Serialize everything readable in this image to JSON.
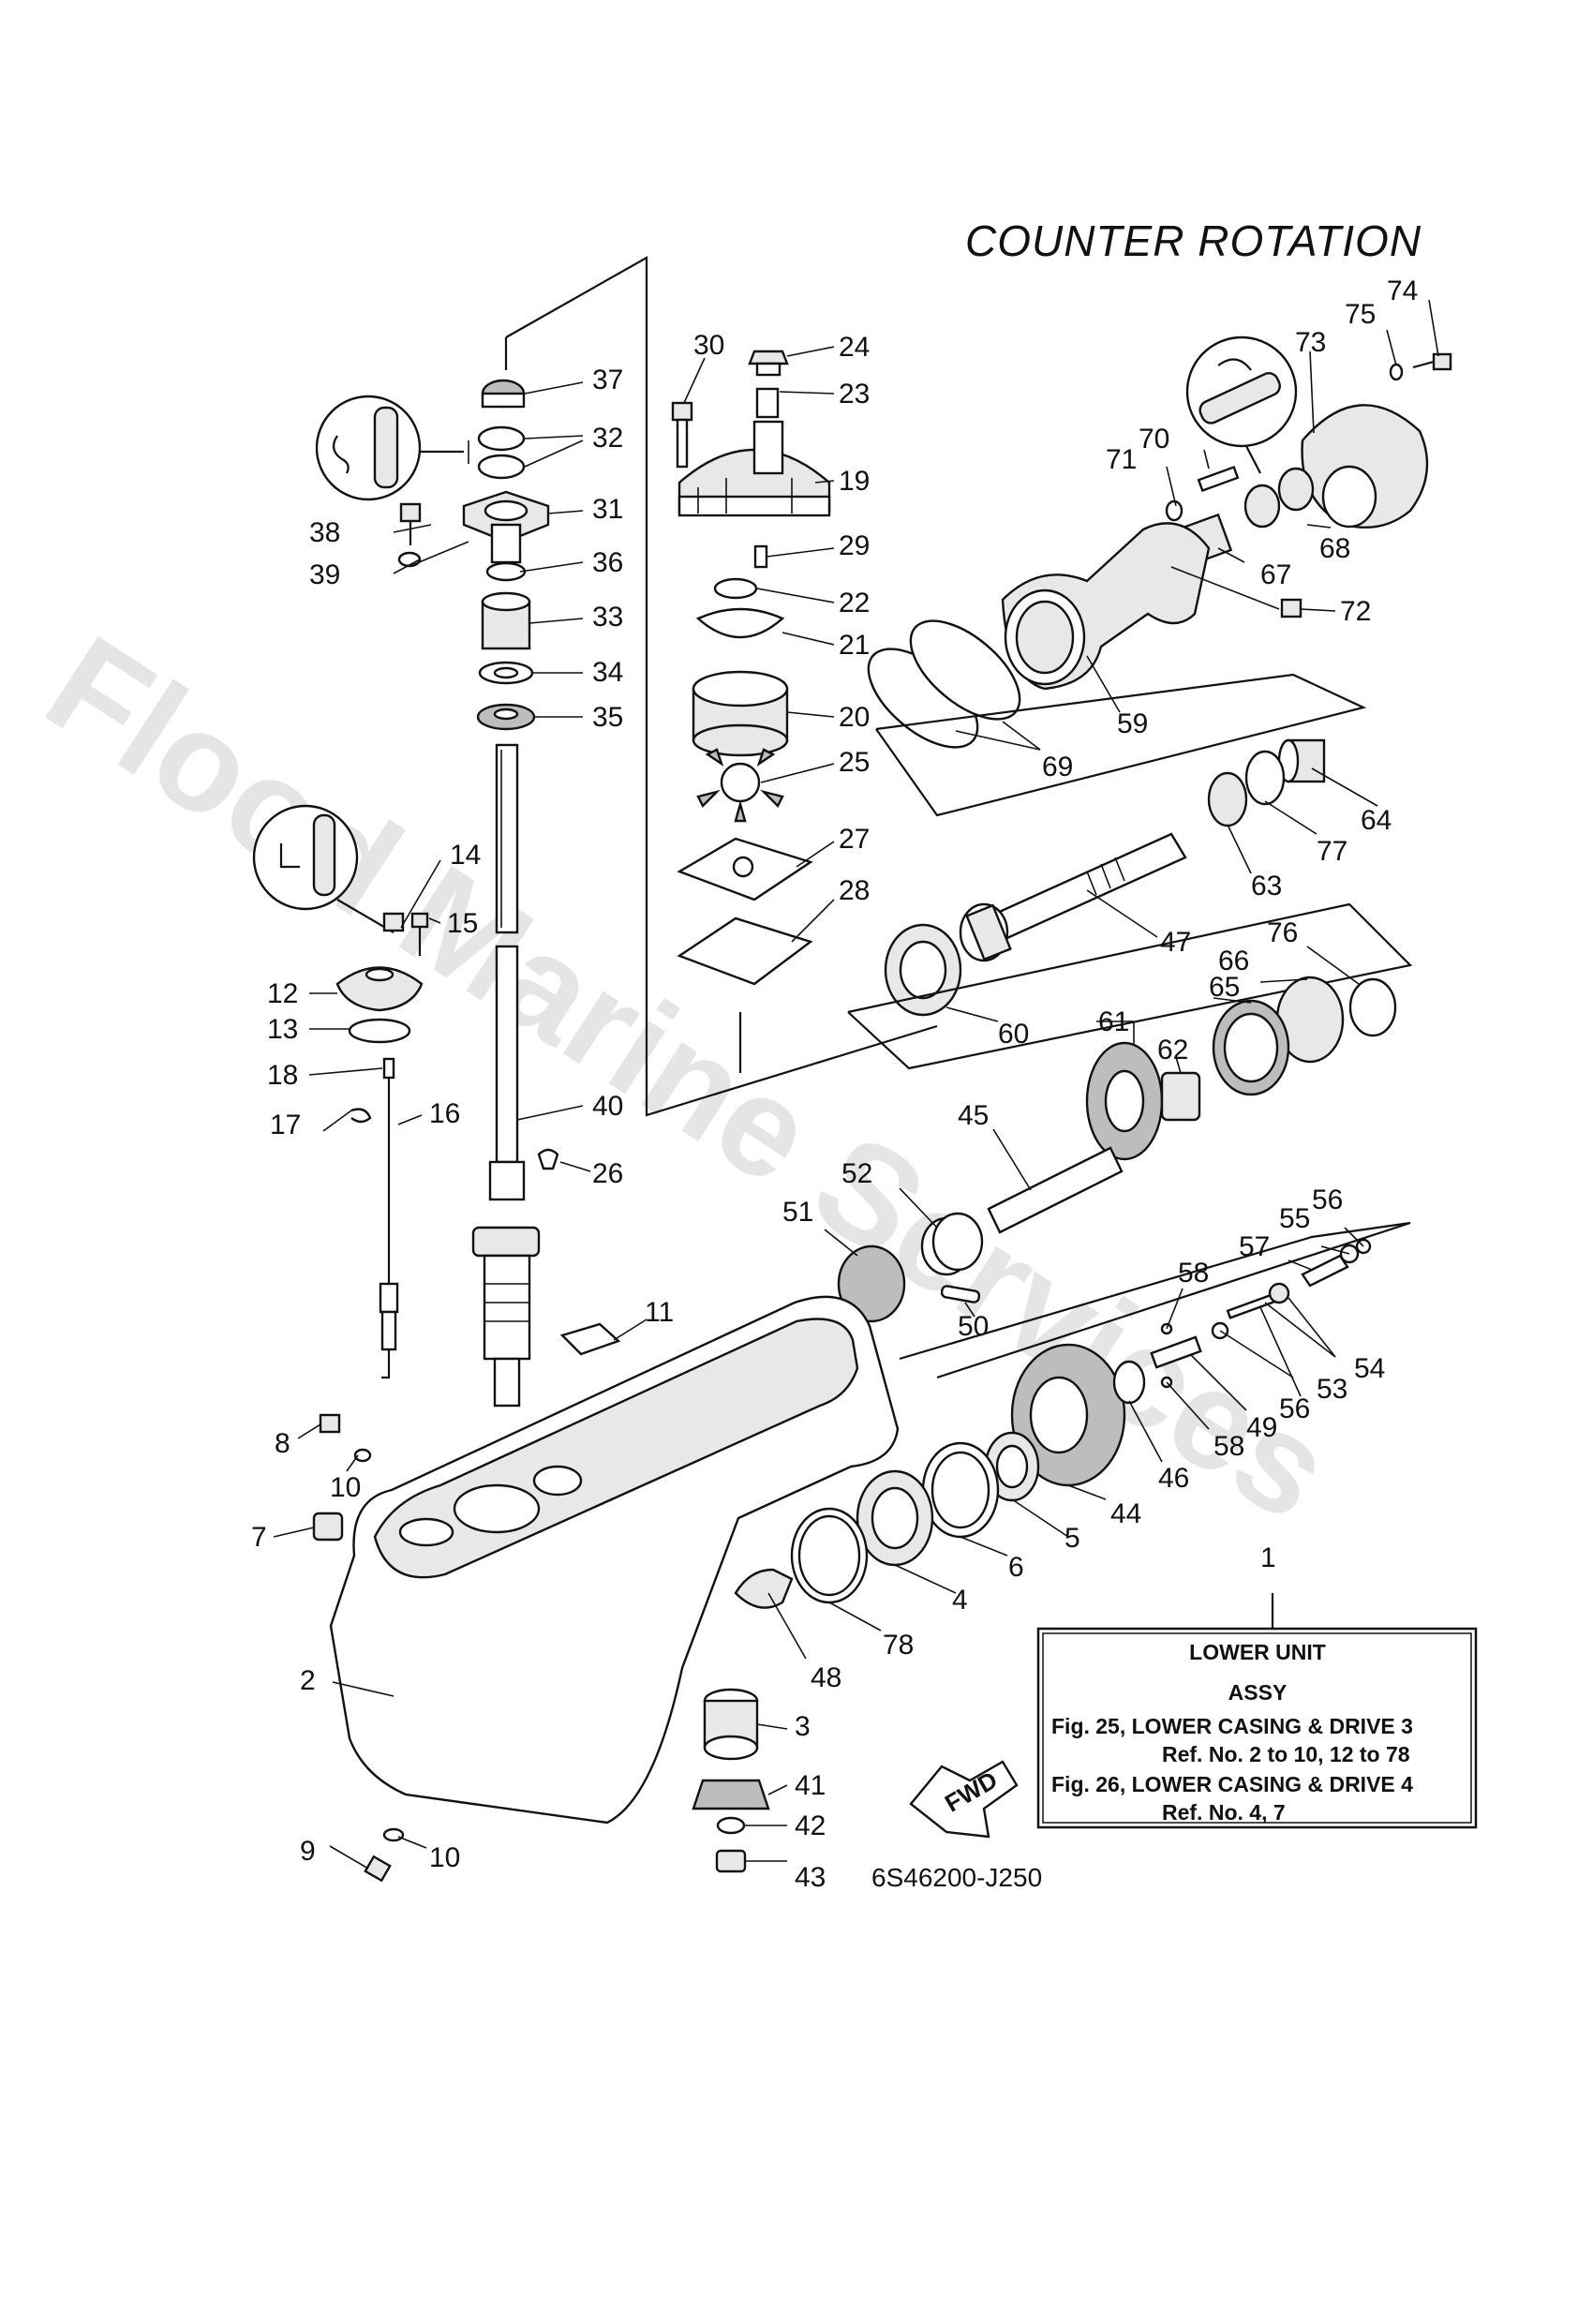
{
  "title": "COUNTER ROTATION",
  "watermark": "Flood Marine Services",
  "reference_code": "6S46200-J250",
  "direction_marker": "FWD",
  "info_box": {
    "line1": "LOWER UNIT",
    "line2": "ASSY",
    "line3": "Fig. 25, LOWER CASING & DRIVE 3",
    "line4": "Ref. No. 2 to 10, 12 to 78",
    "line5": "Fig. 26, LOWER CASING & DRIVE 4",
    "line6": "Ref. No. 4, 7"
  },
  "part_labels": {
    "p1": "1",
    "p2": "2",
    "p3": "3",
    "p4": "4",
    "p5": "5",
    "p6": "6",
    "p7": "7",
    "p8": "8",
    "p9": "9",
    "p10a": "10",
    "p10b": "10",
    "p11": "11",
    "p12": "12",
    "p13": "13",
    "p14": "14",
    "p15": "15",
    "p16": "16",
    "p17": "17",
    "p18": "18",
    "p19": "19",
    "p20": "20",
    "p21": "21",
    "p22": "22",
    "p23": "23",
    "p24": "24",
    "p25": "25",
    "p26": "26",
    "p27": "27",
    "p28": "28",
    "p29": "29",
    "p30": "30",
    "p31": "31",
    "p32": "32",
    "p33": "33",
    "p34": "34",
    "p35": "35",
    "p36": "36",
    "p37": "37",
    "p38": "38",
    "p39": "39",
    "p40": "40",
    "p41": "41",
    "p42": "42",
    "p43": "43",
    "p44": "44",
    "p45": "45",
    "p46": "46",
    "p47": "47",
    "p48": "48",
    "p49": "49",
    "p50": "50",
    "p51": "51",
    "p52": "52",
    "p53": "53",
    "p54": "54",
    "p55": "55",
    "p56a": "56",
    "p56b": "56",
    "p57": "57",
    "p58a": "58",
    "p58b": "58",
    "p59": "59",
    "p60": "60",
    "p61": "61",
    "p62": "62",
    "p63": "63",
    "p64": "64",
    "p65": "65",
    "p66": "66",
    "p67": "67",
    "p68": "68",
    "p69": "69",
    "p70": "70",
    "p71": "71",
    "p72": "72",
    "p73": "73",
    "p74": "74",
    "p75": "75",
    "p76": "76",
    "p77": "77",
    "p78": "78"
  }
}
